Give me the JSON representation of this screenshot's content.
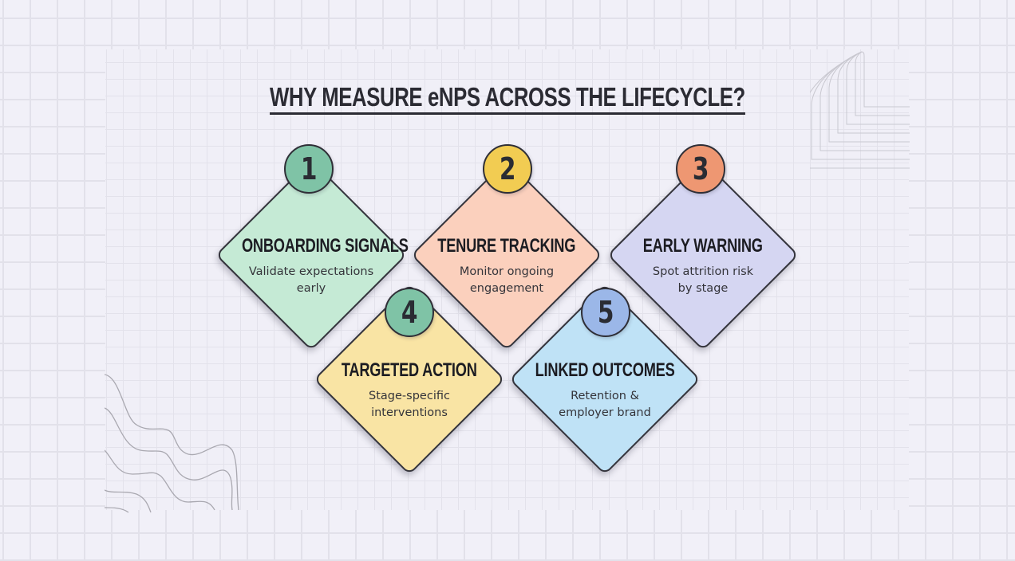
{
  "header": {
    "title": "WHY MEASURE eNPS ACROSS THE LIFECYCLE?"
  },
  "cards": [
    {
      "number": "1",
      "title": "ONBOARDING SIGNALS",
      "subtitle_line1": "Validate expectations",
      "subtitle_line2": "early",
      "fill_color": "#c5ead5",
      "badge_color": "#7fc3a6"
    },
    {
      "number": "2",
      "title": "TENURE TRACKING",
      "subtitle_line1": "Monitor ongoing",
      "subtitle_line2": "engagement",
      "fill_color": "#fbd0bd",
      "badge_color": "#f2cc52"
    },
    {
      "number": "3",
      "title": "EARLY WARNING",
      "subtitle_line1": "Spot attrition risk",
      "subtitle_line2": "by stage",
      "fill_color": "#d5d6f2",
      "badge_color": "#ee9772"
    },
    {
      "number": "4",
      "title": "TARGETED ACTION",
      "subtitle_line1": "Stage-specific",
      "subtitle_line2": "interventions",
      "fill_color": "#f9e4a4",
      "badge_color": "#7fc3a6"
    },
    {
      "number": "5",
      "title": "LINKED OUTCOMES",
      "subtitle_line1": "Retention &",
      "subtitle_line2": "employer brand",
      "fill_color": "#bfe2f6",
      "badge_color": "#9bb7e8"
    }
  ],
  "decorations": {
    "top_right": "concentric-arc-lines",
    "bottom_left": "wavy-lines"
  }
}
